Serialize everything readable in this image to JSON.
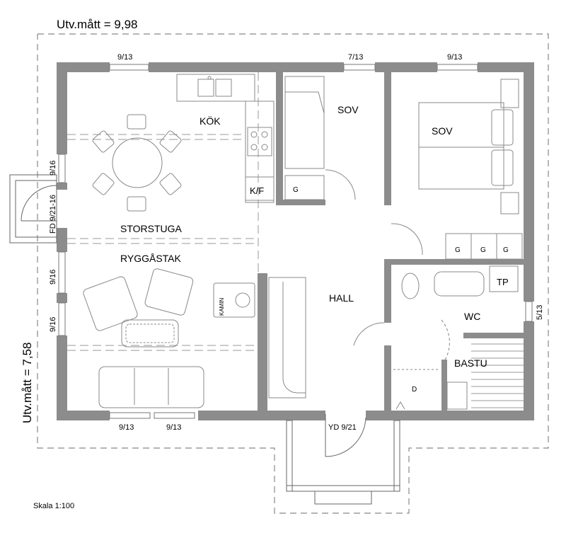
{
  "dimensions": {
    "width_label": "Utv.mått = 9,98",
    "height_label": "Utv.mått = 7,58"
  },
  "rooms": {
    "kitchen": "KÖK",
    "living": "STORSTUGA",
    "living_sub": "RYGGÅSTAK",
    "bedroom_1": "SOV",
    "bedroom_2": "SOV",
    "hall": "HALL",
    "wc": "WC",
    "sauna": "BASTU",
    "fridge_freezer": "K/F",
    "laundry_tp": "TP",
    "fireplace": "KAMIN"
  },
  "fixtures": {
    "wardrobe_g": "G",
    "shower_drain": "D"
  },
  "windows": {
    "top_left": "9/13",
    "top_mid": "7/13",
    "top_right": "9/13",
    "left_upper": "9/16",
    "left_mid": "9/16",
    "left_lower": "9/16",
    "bottom_left_1": "9/13",
    "bottom_left_2": "9/13",
    "right_wc": "5/13"
  },
  "doors": {
    "side_door": "FD 9/21-16",
    "main_door": "YD 9/21"
  },
  "scale": "Skala 1:100",
  "colors": {
    "wall": "#8c8c8c",
    "line": "#555555",
    "dash": "#888888"
  }
}
